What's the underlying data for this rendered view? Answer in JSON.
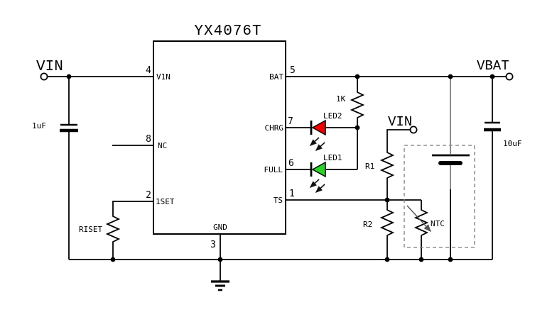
{
  "title": "YX4076T",
  "ic": {
    "pins": {
      "p4": {
        "num": "4",
        "name": "V1N"
      },
      "p8": {
        "num": "8",
        "name": "NC"
      },
      "p2": {
        "num": "2",
        "name": "1SET"
      },
      "p3": {
        "num": "3",
        "name": "GND"
      },
      "p5": {
        "num": "5",
        "name": "BAT"
      },
      "p7": {
        "num": "7",
        "name": "CHRG"
      },
      "p6": {
        "num": "6",
        "name": "FULL"
      },
      "p1": {
        "num": "1",
        "name": "TS"
      }
    }
  },
  "terminals": {
    "vin_left": "VIN",
    "vin_right": "VIN",
    "vbat": "VBAT"
  },
  "components": {
    "c_in": {
      "label": "1uF"
    },
    "c_out": {
      "label": "10uF"
    },
    "r_iset": {
      "label": "RISET"
    },
    "r_led": {
      "label": "1K"
    },
    "r1": {
      "label": "R1"
    },
    "r2": {
      "label": "R2"
    },
    "ntc": {
      "label": "NTC"
    },
    "led1": {
      "label": "LED1",
      "color": "#2bd32b"
    },
    "led2": {
      "label": "LED2",
      "color": "#f20000"
    }
  },
  "colors": {
    "wire": "#000000",
    "battery_stem": "#8a8a8a",
    "enclosure": "#7a7a7a",
    "background": "#ffffff"
  }
}
